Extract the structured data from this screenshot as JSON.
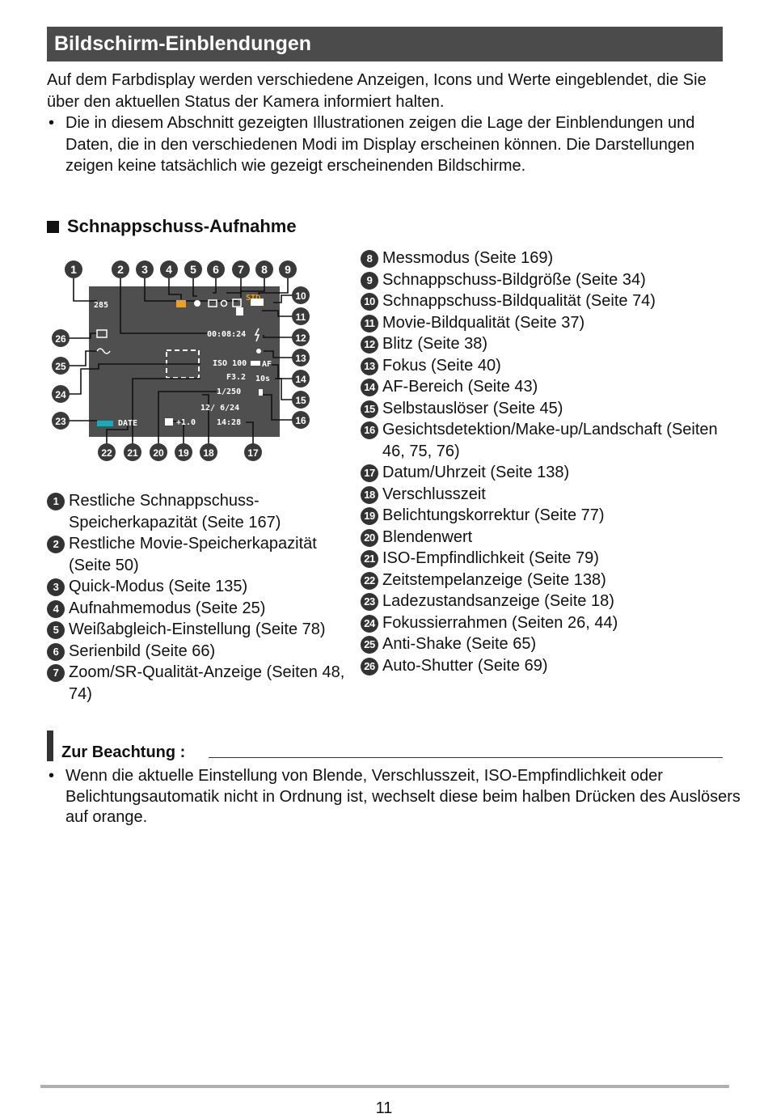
{
  "title": "Bildschirm-Einblendungen",
  "intro": {
    "text": "Auf dem Farbdisplay werden verschiedene Anzeigen, Icons und Werte eingeblendet, die Sie über den aktuellen Status der Kamera informiert halten.",
    "bullet": "Die in diesem Abschnitt gezeigten Illustrationen zeigen die Lage der Einblendungen und Daten, die in den verschiedenen Modi im Display erscheinen können. Die Darstellungen zeigen keine tatsächlich wie gezeigt erscheinenden Bildschirme.",
    "bullet_mark": "•"
  },
  "section_title": "Schnappschuss-Aufnahme",
  "diagram": {
    "osd": {
      "shots": "285",
      "movie_time": "00:08:24",
      "iso": "ISO 100",
      "aperture": "F3.2",
      "shutter": "1/250",
      "date": "12/ 6/24",
      "time": "14:28",
      "ev": "+1.0",
      "quality": "STD",
      "date_stamp": "DATE",
      "af_area": "AF",
      "self_timer": "10s"
    },
    "numbers": [
      "1",
      "2",
      "3",
      "4",
      "5",
      "6",
      "7",
      "8",
      "9",
      "10",
      "11",
      "12",
      "13",
      "14",
      "15",
      "16",
      "17",
      "18",
      "19",
      "20",
      "21",
      "22",
      "23",
      "24",
      "25",
      "26"
    ]
  },
  "items": [
    {
      "n": "1",
      "text": "Restliche Schnappschuss-Speicherkapazität (Seite 167)"
    },
    {
      "n": "2",
      "text": "Restliche Movie-Speicherkapazität (Seite 50)"
    },
    {
      "n": "3",
      "text": "Quick-Modus (Seite 135)"
    },
    {
      "n": "4",
      "text": "Aufnahmemodus (Seite 25)"
    },
    {
      "n": "5",
      "text": "Weißabgleich-Einstellung (Seite 78)"
    },
    {
      "n": "6",
      "text": "Serienbild (Seite 66)"
    },
    {
      "n": "7",
      "text": "Zoom/SR-Qualität-Anzeige (Seiten 48, 74)"
    },
    {
      "n": "8",
      "text": "Messmodus (Seite 169)"
    },
    {
      "n": "9",
      "text": "Schnappschuss-Bildgröße (Seite 34)"
    },
    {
      "n": "10",
      "text": "Schnappschuss-Bildqualität (Seite 74)"
    },
    {
      "n": "11",
      "text": "Movie-Bildqualität (Seite 37)"
    },
    {
      "n": "12",
      "text": "Blitz (Seite 38)"
    },
    {
      "n": "13",
      "text": "Fokus (Seite 40)"
    },
    {
      "n": "14",
      "text": "AF-Bereich (Seite 43)"
    },
    {
      "n": "15",
      "text": "Selbstauslöser (Seite 45)"
    },
    {
      "n": "16",
      "text": "Gesichtsdetektion/Make-up/Landschaft (Seiten 46, 75, 76)"
    },
    {
      "n": "17",
      "text": "Datum/Uhrzeit (Seite 138)"
    },
    {
      "n": "18",
      "text": "Verschlusszeit"
    },
    {
      "n": "19",
      "text": "Belichtungskorrektur (Seite 77)"
    },
    {
      "n": "20",
      "text": "Blendenwert"
    },
    {
      "n": "21",
      "text": "ISO-Empfindlichkeit (Seite 79)"
    },
    {
      "n": "22",
      "text": "Zeitstempelanzeige (Seite 138)"
    },
    {
      "n": "23",
      "text": "Ladezustandsanzeige (Seite 18)"
    },
    {
      "n": "24",
      "text": "Fokussierrahmen (Seiten 26, 44)"
    },
    {
      "n": "25",
      "text": "Anti-Shake (Seite 65)"
    },
    {
      "n": "26",
      "text": "Auto-Shutter (Seite 69)"
    }
  ],
  "note": {
    "heading": "Zur Beachtung :",
    "bullet_mark": "•",
    "text": "Wenn die aktuelle Einstellung von Blende, Verschlusszeit, ISO-Empfindlichkeit oder Belichtungsautomatik nicht in Ordnung ist, wechselt diese beim halben Drücken des Auslösers auf orange."
  },
  "page_number": "11"
}
